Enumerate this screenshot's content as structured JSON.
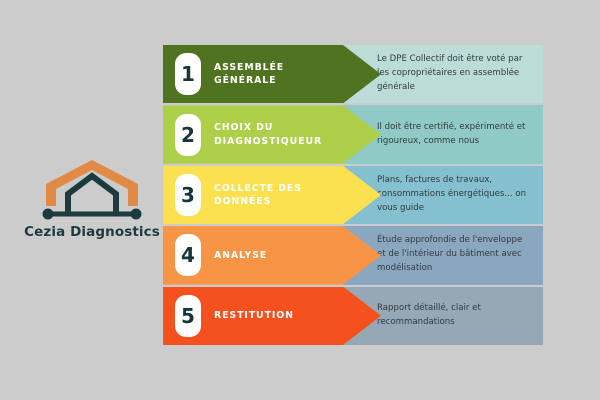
{
  "background_color": "#cccccc",
  "logo": {
    "name": "Cezia Diagnostics",
    "icon": "house-outline-logo",
    "outer_color": "#e08a45",
    "inner_color": "#1d3b3f",
    "text_color": "#1d3b3f"
  },
  "steps": [
    {
      "number": "1",
      "label": "ASSEMBLÉE GÉNÉRALE",
      "description": "Le DPE Collectif doit être voté par les copropriétaires en assemblée générale",
      "arrow_color": "#4f7320",
      "band_color": "#bcdcd8"
    },
    {
      "number": "2",
      "label": "CHOIX DU DIAGNOSTIQUEUR",
      "description": "Il doit être certifié, expérimenté et rigoureux, comme nous",
      "arrow_color": "#aecf4a",
      "band_color": "#8fcac6"
    },
    {
      "number": "3",
      "label": "COLLECTE DES DONNÉES",
      "description": "Plans, factures de travaux, consommations énergétiques... on vous guide",
      "arrow_color": "#fbe14f",
      "band_color": "#84c0d0"
    },
    {
      "number": "4",
      "label": "ANALYSE",
      "description": "Étude approfondie de l'enveloppe et de l'intérieur du bâtiment avec modélisation",
      "arrow_color": "#f79446",
      "band_color": "#8ba7c0"
    },
    {
      "number": "5",
      "label": "RESTITUTION",
      "description": "Rapport détaillé, clair et recommandations",
      "arrow_color": "#f4511e",
      "band_color": "#96a7b5"
    }
  ]
}
